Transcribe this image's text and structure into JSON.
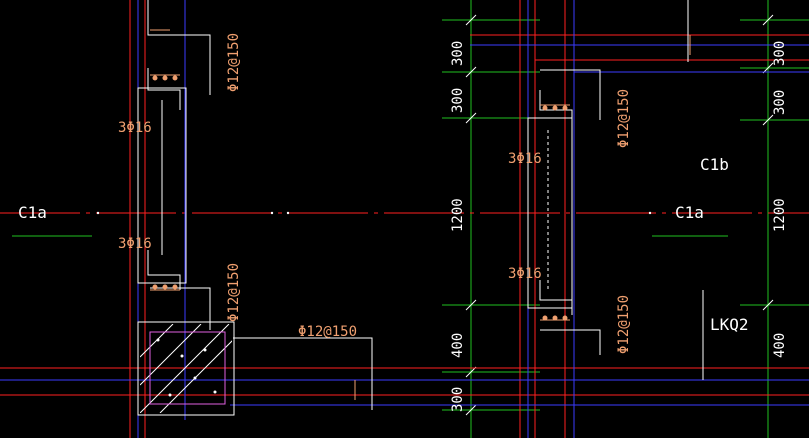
{
  "drawing": {
    "colors": {
      "background": "#000000",
      "axis": "#ff2020",
      "grid": "#20c020",
      "wall": "#3b3bff",
      "rebar": "#ffffff",
      "annotation": "#f0a070",
      "label": "#ffffff",
      "dimension": "#ffffff",
      "column_hatch": "#ffffff",
      "column_bar": "#e060e0"
    },
    "rebar_labels": {
      "stirrup_top_left": "Φ12@150",
      "stirrup_mid_left": "Φ12@150",
      "stirrup_bottom": "Φ12@150",
      "stirrup_top_right": "Φ12@150",
      "stirrup_bottom_right": "Φ12@150",
      "bars_upper_left": "3Φ16",
      "bars_lower_left": "3Φ16",
      "bars_upper_right": "3Φ16",
      "bars_lower_right": "3Φ16"
    },
    "opening_labels": {
      "window_left": "C1a",
      "window_right": "C1a",
      "window_right_upper": "C1b",
      "wall_beam": "LKQ2"
    },
    "dimensions_left": [
      "300",
      "300",
      "1200",
      "400",
      "300"
    ],
    "dimensions_right": [
      "300",
      "300",
      "1200",
      "400"
    ]
  }
}
